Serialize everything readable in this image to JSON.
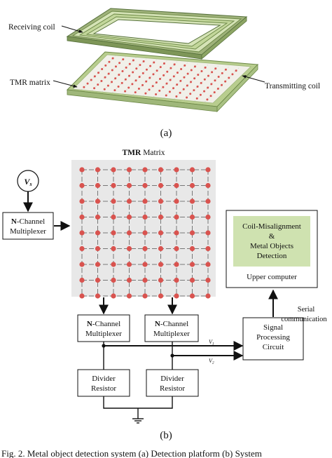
{
  "panel_a": {
    "receiving_coil_label": "Receiving coil",
    "tmr_matrix_label": "TMR matrix",
    "transmitting_coil_label": "Transmitting coil",
    "caption": "(a)"
  },
  "panel_b": {
    "matrix_title_bold": "TMR",
    "matrix_title_rest": " Matrix",
    "vs_label": "V",
    "vs_sub": "s",
    "left_mux": {
      "bold": "N",
      "line1": "-Channel",
      "line2": "Multiplexer"
    },
    "bottom_mux_1": {
      "bold": "N",
      "line1": "-Channel",
      "line2": "Multiplexer"
    },
    "bottom_mux_2": {
      "bold": "N",
      "line1": "-Channel",
      "line2": "Multiplexer"
    },
    "divider_1": {
      "line1": "Divider",
      "line2": "Resistor"
    },
    "divider_2": {
      "line1": "Divider",
      "line2": "Resistor"
    },
    "signal_box": {
      "line1": "Signal",
      "line2": "Processing",
      "line3": "Circuit"
    },
    "computer_inner": {
      "line1": "Coil-Misalignment",
      "line2": "&",
      "line3": "Metal Objects",
      "line4": "Detection"
    },
    "computer_label": "Upper computer",
    "serial_label": {
      "line1": "Serial",
      "line2": "communication"
    },
    "v1_label": "V",
    "v1_sub": "1",
    "v2_label": "V",
    "v2_sub": "2",
    "caption": "(b)"
  },
  "figure_caption": "Fig. 2.   Metal object detection system (a) Detection platform (b) System",
  "colors": {
    "coil_green": "#c6d9a0",
    "coil_edge": "#5f7a3a",
    "plate_face": "#efeee6",
    "plate_edge": "#c9d9a6",
    "sensor_red": "#d9534f",
    "matrix_bg": "#e8e8e8",
    "detection_green": "#cfe2b0"
  }
}
